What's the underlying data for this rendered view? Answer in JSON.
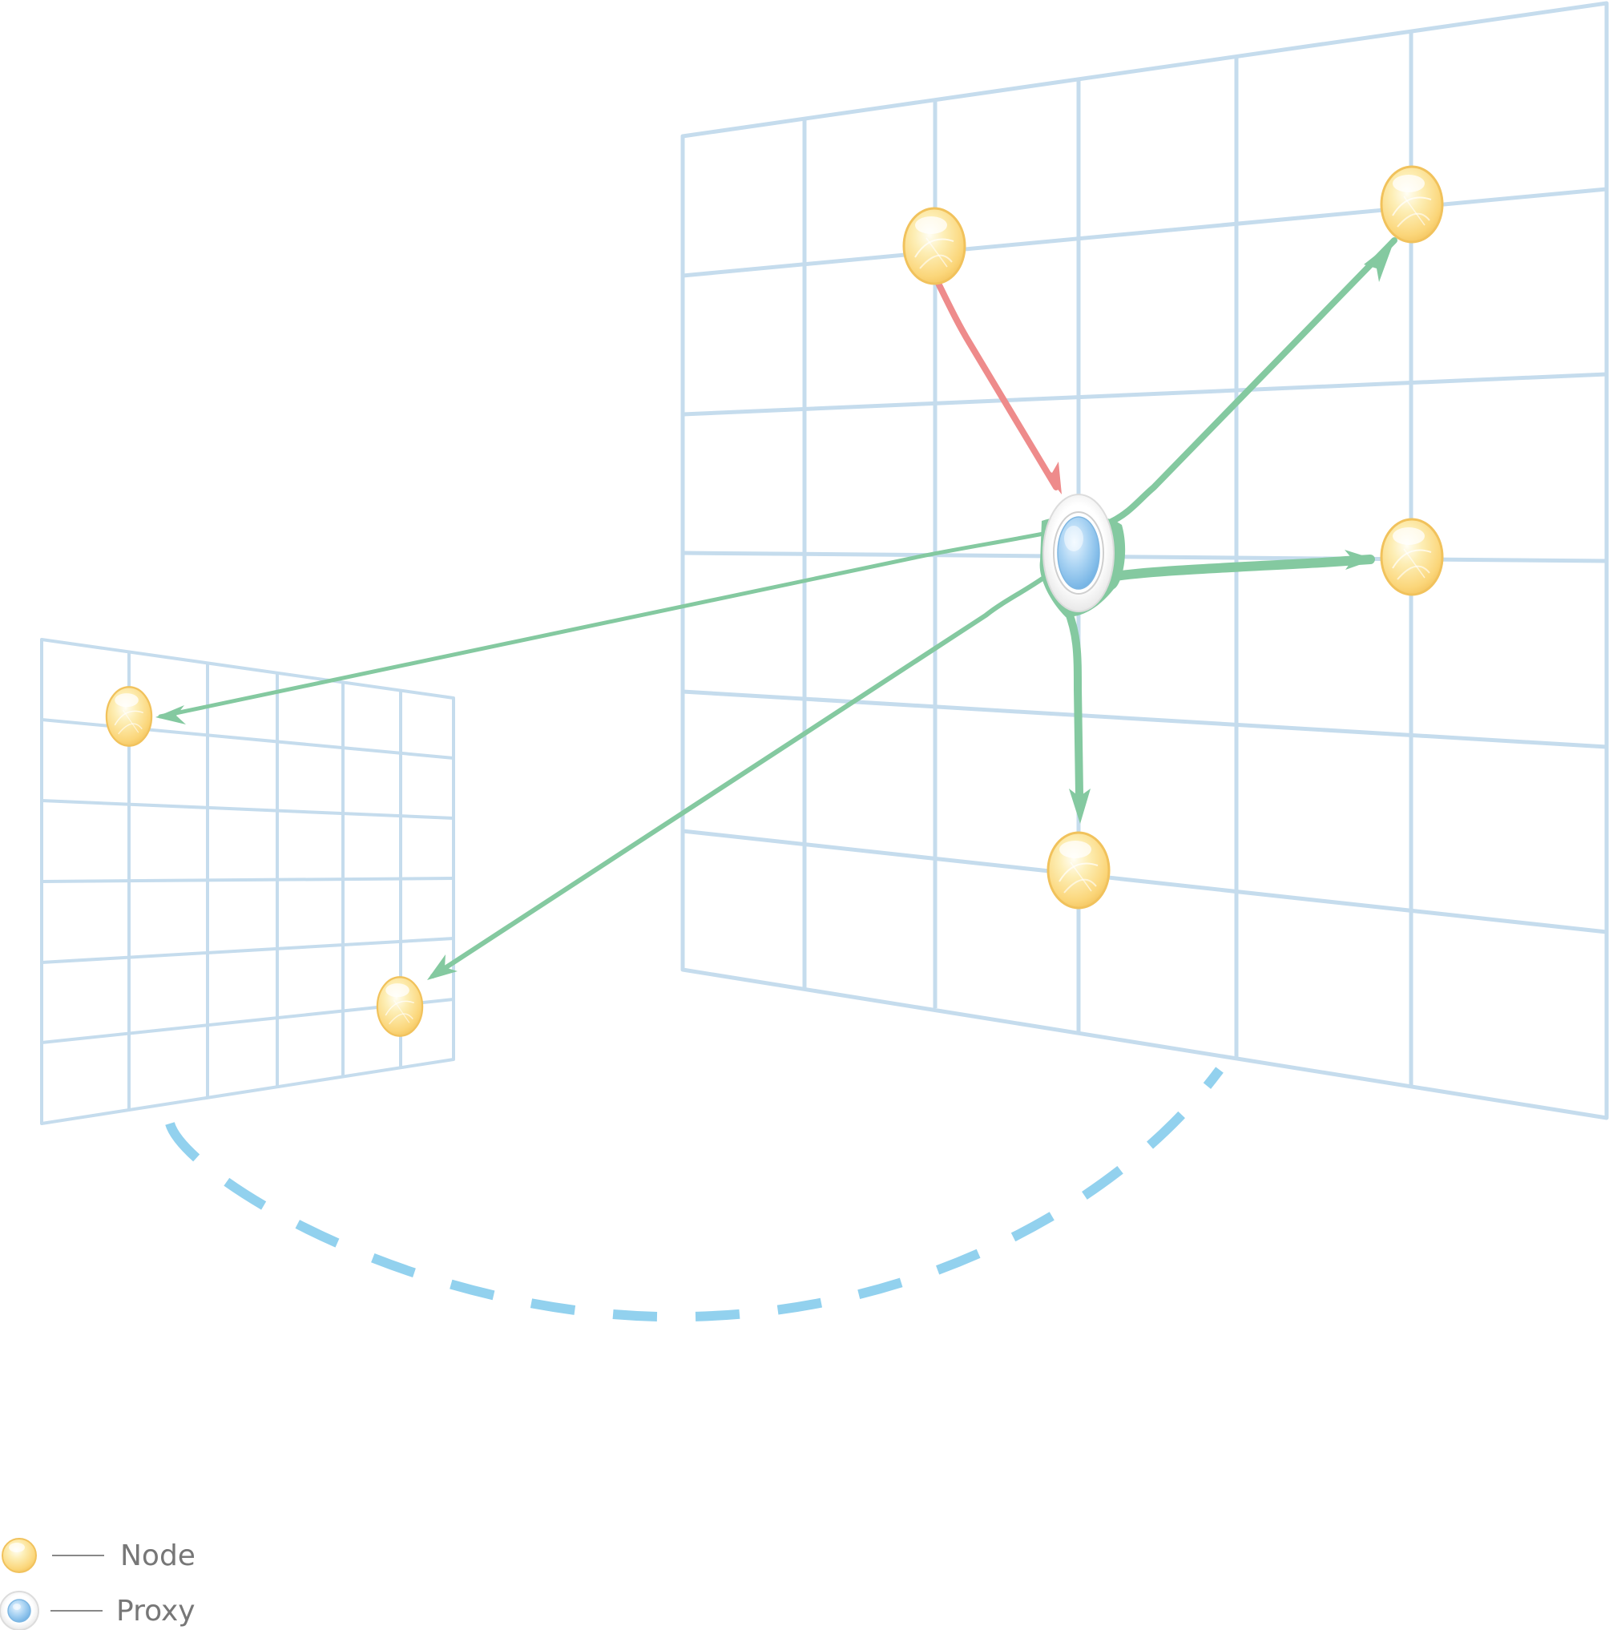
{
  "colors": {
    "grid": "#c5dced",
    "broadcast_arrow": "#84c9a0",
    "incoming_arrow": "#ee8b8b",
    "dashed_arc": "#92d1ee",
    "node_fill": "#fbdc86",
    "node_edge": "#f1c25c",
    "proxy_ring": "#e4e4e4",
    "proxy_fill": "#9bcbef",
    "legend_text": "#777777"
  },
  "diagram": {
    "planes": [
      "right-grid-plane",
      "left-grid-plane"
    ],
    "nodes": [
      "node-top-left",
      "node-top-right",
      "node-right",
      "node-bottom",
      "node-far-top",
      "node-far-bottom"
    ],
    "proxy": "proxy-center",
    "connections": [
      {
        "from": "node-top-left",
        "to": "proxy-center",
        "kind": "incoming"
      },
      {
        "from": "proxy-center",
        "to": "node-top-right",
        "kind": "broadcast"
      },
      {
        "from": "proxy-center",
        "to": "node-right",
        "kind": "broadcast"
      },
      {
        "from": "proxy-center",
        "to": "node-bottom",
        "kind": "broadcast"
      },
      {
        "from": "proxy-center",
        "to": "node-far-top",
        "kind": "broadcast"
      },
      {
        "from": "proxy-center",
        "to": "node-far-bottom",
        "kind": "broadcast"
      }
    ]
  },
  "legend": {
    "node_label": "Node",
    "proxy_label": "Proxy"
  }
}
